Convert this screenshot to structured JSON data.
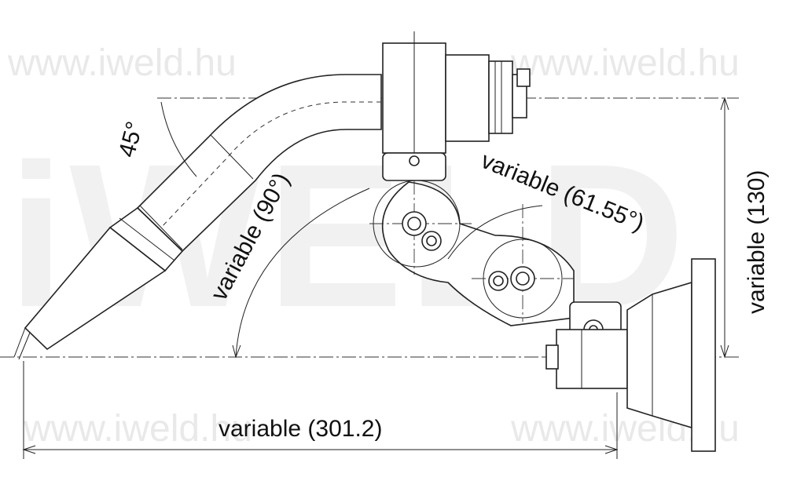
{
  "watermark": {
    "small": "www.iweld.hu",
    "big": "iWELD"
  },
  "dimensions": {
    "torch_angle": "45°",
    "neck_angle": "variable (90°)",
    "joint_angle": "variable (61.55°)",
    "height": "variable (130)",
    "length": "variable (301.2)"
  }
}
